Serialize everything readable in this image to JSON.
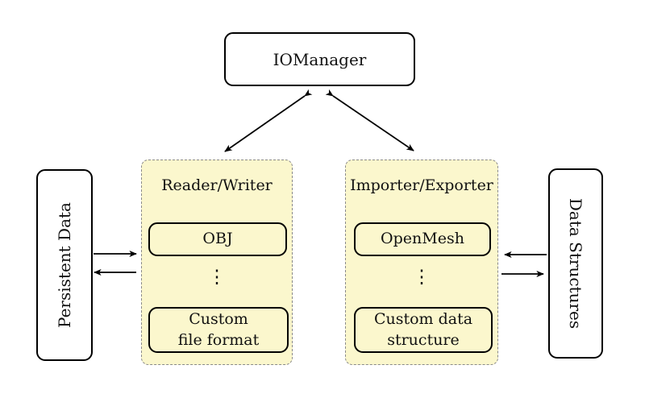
{
  "nodes": {
    "iomanager": "IOManager",
    "persistent_data": "Persistent Data",
    "data_structures": "Data Structures"
  },
  "reader_writer": {
    "title": "Reader/Writer",
    "item_top": "OBJ",
    "dots": "⋮",
    "item_bottom_line1": "Custom",
    "item_bottom_line2": "file format"
  },
  "importer_exporter": {
    "title": "Importer/Exporter",
    "item_top": "OpenMesh",
    "dots": "⋮",
    "item_bottom_line1": "Custom data",
    "item_bottom_line2": "structure"
  },
  "edges": [
    {
      "from": "IOManager",
      "to": "Reader/Writer",
      "bidirectional": true
    },
    {
      "from": "IOManager",
      "to": "Importer/Exporter",
      "bidirectional": true
    },
    {
      "from": "Persistent Data",
      "to": "Reader/Writer",
      "bidirectional": false
    },
    {
      "from": "Reader/Writer",
      "to": "Persistent Data",
      "bidirectional": false
    },
    {
      "from": "Data Structures",
      "to": "Importer/Exporter",
      "bidirectional": false
    },
    {
      "from": "Importer/Exporter",
      "to": "Data Structures",
      "bidirectional": false
    }
  ],
  "colors": {
    "group_fill": "#FBF7CD",
    "group_border": "#8A8A8A",
    "node_border": "#000000",
    "node_fill": "#FFFFFF",
    "arrow": "#000000"
  }
}
